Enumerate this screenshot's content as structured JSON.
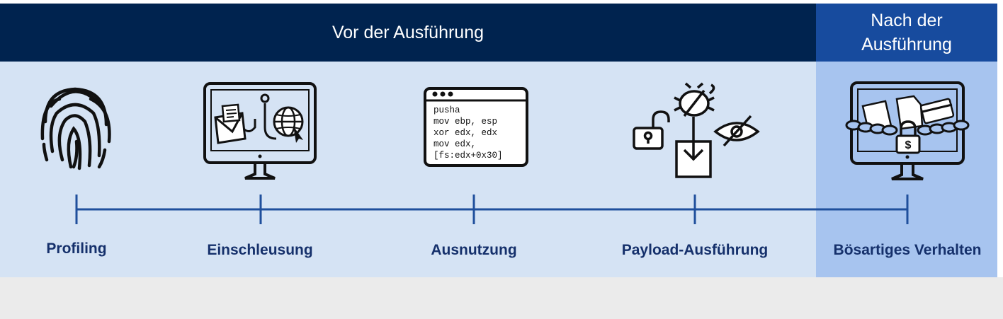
{
  "headers": {
    "pre_execution": "Vor der Ausführung",
    "post_execution_line1": "Nach der",
    "post_execution_line2": "Ausführung"
  },
  "stages": [
    {
      "label": "Profiling",
      "icon": "fingerprint-icon"
    },
    {
      "label": "Einschleusung",
      "icon": "monitor-mail-phishing-icon"
    },
    {
      "label": "Ausnutzung",
      "icon": "code-window-icon"
    },
    {
      "label": "Payload-Ausführung",
      "icon": "lock-bug-download-eye-icon"
    },
    {
      "label": "Bösartiges Verhalten",
      "icon": "monitor-chained-files-icon"
    }
  ],
  "code_lines": [
    "pusha",
    "mov ebp, esp",
    "xor edx, edx",
    "mov edx,",
    "[fs:edx+0x30]"
  ],
  "colors": {
    "header_pre": "#00234f",
    "header_post": "#174b9e",
    "panel_pre": "#d5e3f4",
    "panel_post": "#a7c4ef",
    "timeline": "#1f4f9c",
    "label": "#15306b"
  }
}
